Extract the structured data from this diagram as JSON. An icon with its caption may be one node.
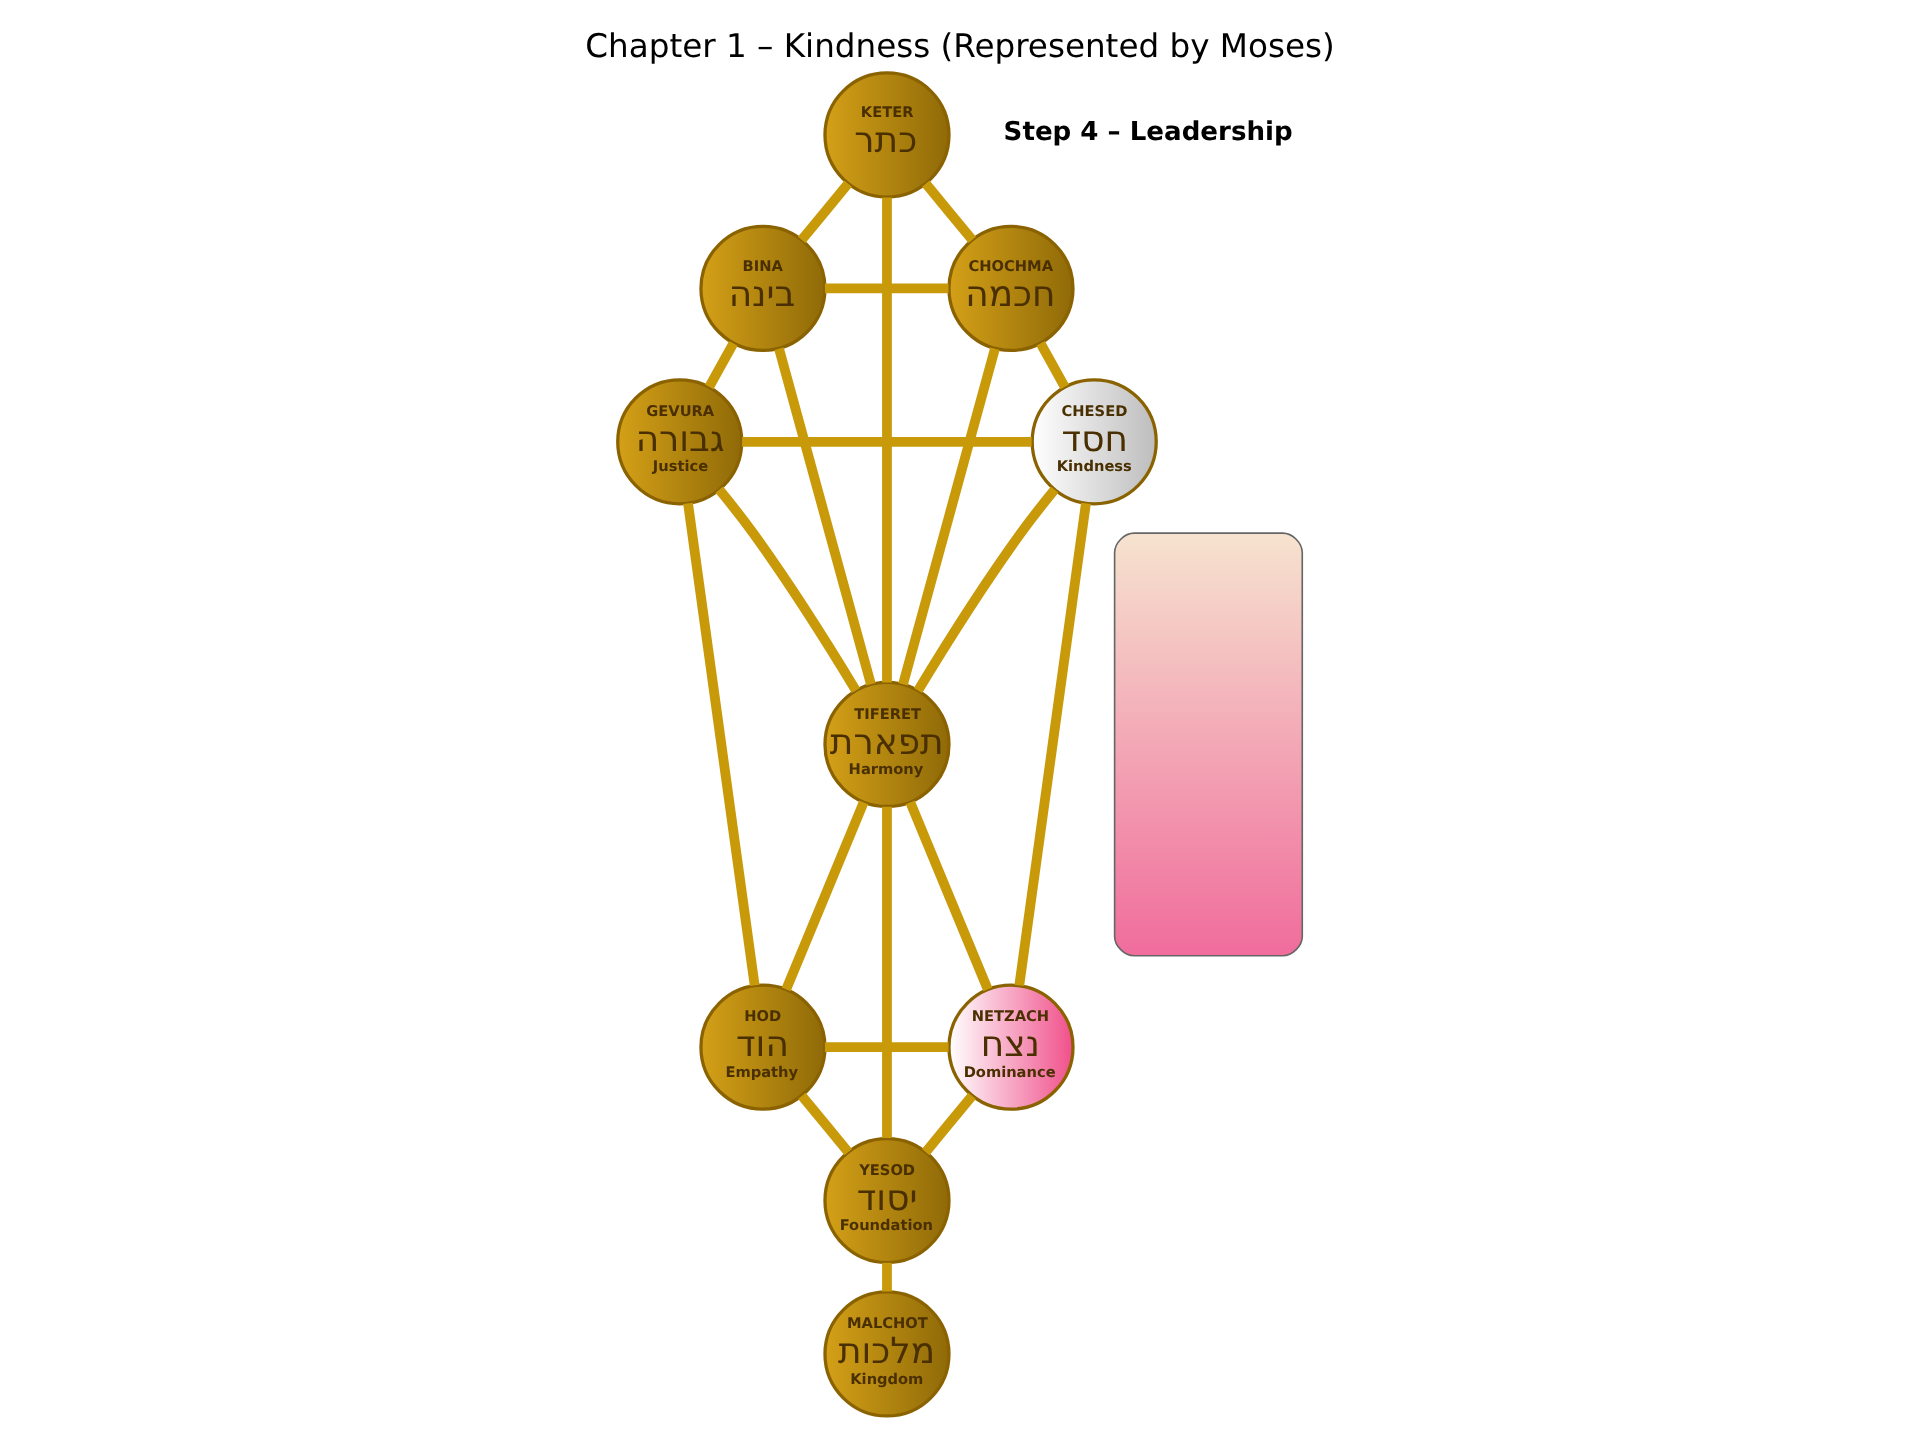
{
  "diagram": {
    "title": "Chapter 1 – Kindness (Represented by Moses)",
    "nodes": [
      {
        "text": [
          "KETER",
          "כתר"
        ]
      },
      {
        "text": [
          "BINA",
          "בינה"
        ]
      },
      {
        "text": [
          "CHOCHMA",
          "חכמה"
        ]
      },
      {
        "text": [
          "GEVURA",
          "גבורה",
          "Justice"
        ]
      },
      {
        "text": [
          "CHESED",
          "חסד",
          "Kindness"
        ]
      },
      {
        "text": [
          "TIFERET",
          "תפארת",
          "Harmony"
        ]
      },
      {
        "text": [
          "HOD",
          "הוד",
          "Empathy"
        ]
      },
      {
        "text": [
          "NETZACH",
          "נצח",
          "Dominance"
        ]
      },
      {
        "text": [
          "YESOD",
          "יסוד",
          "Foundation"
        ]
      },
      {
        "text": [
          "MALCHOT",
          "מלכות",
          "Kingdom"
        ]
      },
      {
        "text": [],
        "shape": "person"
      }
    ],
    "edges": [
      {
        "from": 0,
        "to": 1,
        "arrow": "none"
      },
      {
        "from": 0,
        "to": 2,
        "arrow": "none"
      },
      {
        "from": 0,
        "to": 5,
        "arrow": "none"
      },
      {
        "from": 1,
        "to": 2,
        "arrow": "none"
      },
      {
        "from": 1,
        "to": 3,
        "arrow": "none"
      },
      {
        "from": 1,
        "to": 5,
        "arrow": "none"
      },
      {
        "from": 2,
        "to": 4,
        "arrow": "none"
      },
      {
        "from": 2,
        "to": 5,
        "arrow": "none"
      },
      {
        "from": 3,
        "to": 4,
        "arrow": "none"
      },
      {
        "from": 3,
        "to": 5,
        "arrow": "none"
      },
      {
        "from": 3,
        "to": 6,
        "arrow": "none"
      },
      {
        "from": 4,
        "to": 5,
        "arrow": "none"
      },
      {
        "from": 4,
        "to": 7,
        "arrow": "none"
      },
      {
        "from": 5,
        "to": 6,
        "arrow": "none"
      },
      {
        "from": 5,
        "to": 7,
        "arrow": "none"
      },
      {
        "from": 5,
        "to": 8,
        "arrow": "none"
      },
      {
        "from": 6,
        "to": 7,
        "arrow": "none"
      },
      {
        "from": 6,
        "to": 8,
        "arrow": "none"
      },
      {
        "from": 7,
        "to": 8,
        "arrow": "none"
      },
      {
        "from": 8,
        "to": 9,
        "arrow": "none"
      }
    ],
    "labels": [
      "Step 4 – Leadership"
    ]
  }
}
